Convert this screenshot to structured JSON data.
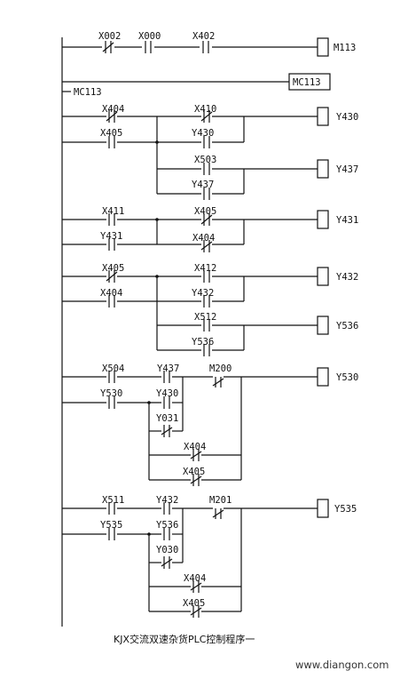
{
  "diagram": {
    "contacts": {
      "r1_x002": "X002",
      "r1_x000": "X000",
      "r1_x402": "X402",
      "r3_x404": "X404",
      "r3_x405": "X405",
      "r3_x410": "X410",
      "r3_y430": "Y430",
      "r3_x503": "X503",
      "r3_y437": "Y437",
      "r4_x411": "X411",
      "r4_y431": "Y431",
      "r4_x405": "X405",
      "r4_x404": "X404",
      "r5_x405": "X405",
      "r5_x404": "X404",
      "r5_x412": "X412",
      "r5_y432": "Y432",
      "r5_x512": "X512",
      "r5_y536": "Y536",
      "r6_x504": "X504",
      "r6_y530": "Y530",
      "r6_y437": "Y437",
      "r6_y430": "Y430",
      "r6_y031": "Y031",
      "r6_m200": "M200",
      "r6_x404": "X404",
      "r6_x405": "X405",
      "r7_x511": "X511",
      "r7_y535": "Y535",
      "r7_y432": "Y432",
      "r7_y536": "Y536",
      "r7_y030": "Y030",
      "r7_m201": "M201",
      "r7_x404": "X404",
      "r7_x405": "X405"
    },
    "coils": {
      "m113": "M113",
      "mc113": "MC113",
      "y430": "Y430",
      "y437": "Y437",
      "y431": "Y431",
      "y432": "Y432",
      "y536": "Y536",
      "y530": "Y530",
      "y535": "Y535"
    },
    "master_control_label": "MC113",
    "caption": "KJX交流双速杂货PLC控制程序一",
    "watermark": "www.diangon.com"
  }
}
